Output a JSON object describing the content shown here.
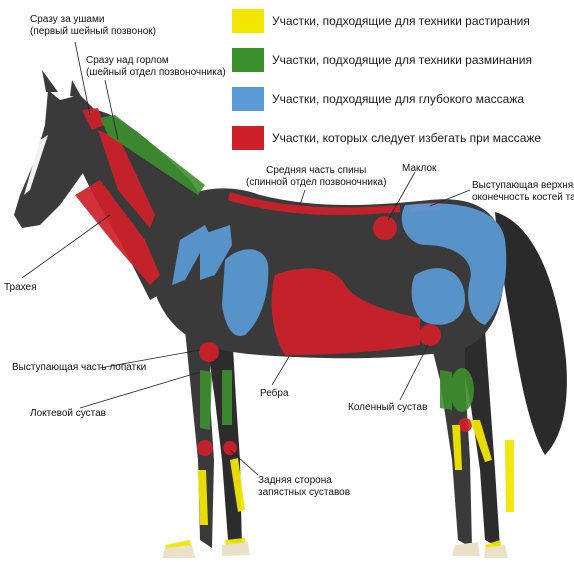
{
  "legend": [
    {
      "label": "Участки, подходящие для техники растирания",
      "color": "#f2e600"
    },
    {
      "label": "Участки, подходящие для техники разминания",
      "color": "#3c8f2e"
    },
    {
      "label": "Участки, подходящие для глубокого массажа",
      "color": "#5a9bd6"
    },
    {
      "label": "Участки, которых следует избегать при массаже",
      "color": "#d0202a"
    }
  ],
  "callouts": {
    "behind_ears": {
      "line1": "Сразу за ушами",
      "line2": "(первый шейный позвонок)"
    },
    "above_throat": {
      "line1": "Сразу над горлом",
      "line2": "(шейный отдел позвоночника)"
    },
    "mid_back": {
      "line1": "Средняя часть спины",
      "line2": "(спинной отдел позвоночника)"
    },
    "maklok": {
      "line1": "Маклок",
      "line2": ""
    },
    "pelvis": {
      "line1": "Выступающая верхняя",
      "line2": "оконечность костей таза"
    },
    "trachea": {
      "line1": "Трахея",
      "line2": ""
    },
    "shoulder_blade": {
      "line1": "Выступающая часть лопатки",
      "line2": ""
    },
    "ribs": {
      "line1": "Ребра",
      "line2": ""
    },
    "elbow": {
      "line1": "Локтевой сустав",
      "line2": ""
    },
    "knee": {
      "line1": "Коленный сустав",
      "line2": ""
    },
    "carpal": {
      "line1": "Задняя сторона",
      "line2": "запястных суставов"
    }
  },
  "colors": {
    "horse_body": "#3a3a3a",
    "horse_shadow": "#222222",
    "hoof": "#e9e2c8"
  }
}
